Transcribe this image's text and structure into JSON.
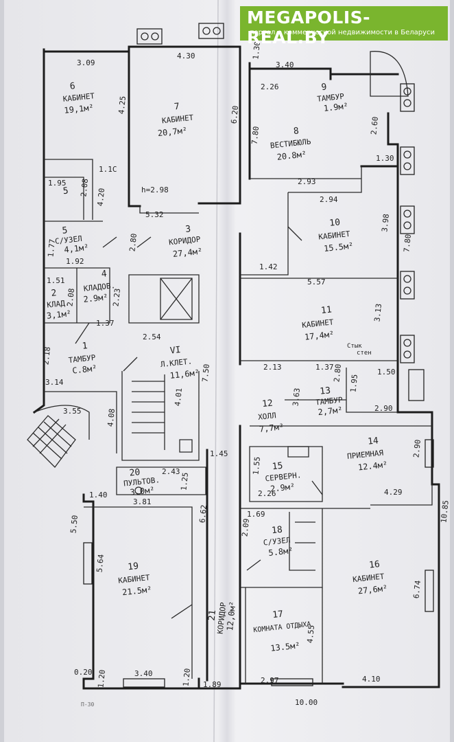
{
  "banner": {
    "brand": "MEGAPOLIS-REAL.BY",
    "tagline": "портал о коммерческой недвижимости в Беларуси",
    "color": "#7ab52e"
  },
  "rooms": [
    {
      "num": "6",
      "name": "КАБИНЕТ",
      "area": "19,1м²"
    },
    {
      "num": "7",
      "name": "КАБИНЕТ",
      "area": "20,7м²"
    },
    {
      "num": "8",
      "name": "ВЕСТИБЮЛЬ",
      "area": "20.8м²"
    },
    {
      "num": "9",
      "name": "ТАМБУР",
      "area": "1.9м²"
    },
    {
      "num": "5",
      "name": "",
      "area": ""
    },
    {
      "num": "5",
      "name": "С/УЗЕЛ",
      "area": "4,1м²"
    },
    {
      "num": "3",
      "name": "КОРИДОР",
      "area": "27,4м²"
    },
    {
      "num": "10",
      "name": "КАБИНЕТ",
      "area": "15.5м²"
    },
    {
      "num": "2",
      "name": "КЛАД.",
      "area": "3,1м²"
    },
    {
      "num": "4",
      "name": "КЛАДОВ.",
      "area": "2.9м²"
    },
    {
      "num": "11",
      "name": "КАБИНЕТ",
      "area": "17,4м²"
    },
    {
      "num": "1",
      "name": "ТАМБУР",
      "area": "С.8м²"
    },
    {
      "num": "VI",
      "name": "Л.КЛЕТ.",
      "area": "11,6м²"
    },
    {
      "num": "12",
      "name": "ХОЛЛ",
      "area": "7,7м²"
    },
    {
      "num": "13",
      "name": "ТАМБУР",
      "area": "2,7м²"
    },
    {
      "num": "14",
      "name": "ПРИЕМНАЯ",
      "area": "12.4м²"
    },
    {
      "num": "15",
      "name": "СЕРВЕРН.",
      "area": "2.9м²"
    },
    {
      "num": "20",
      "name": "ПУЛЬТОВ.",
      "area": "3.0м²"
    },
    {
      "num": "18",
      "name": "С/УЗЕЛ",
      "area": "5.8м²"
    },
    {
      "num": "19",
      "name": "КАБИНЕТ",
      "area": "21.5м²"
    },
    {
      "num": "21",
      "name": "КОРИДОР",
      "area": "12,0м²"
    },
    {
      "num": "16",
      "name": "КАБИНЕТ",
      "area": "27,6м²"
    },
    {
      "num": "17",
      "name": "КОМНАТА ОТДЫХА",
      "area": "13.5м²"
    }
  ],
  "dimensions": [
    "3.09",
    "4.30",
    "1.30",
    "3.40",
    "2.26",
    "4.25",
    "6.20",
    "2.60",
    "7.80",
    "1.30",
    "1.1С",
    "2.93",
    "1.95",
    "2.08",
    "4.20",
    "h=2.98",
    "2.94",
    "5.32",
    "3.98",
    "2.80",
    "1.77",
    "1.92",
    "7.80",
    "1.42",
    "5.57",
    "1.51",
    "2.08",
    "2.23",
    "1.37",
    "3.13",
    "2.54",
    "2.18",
    "2.13",
    "1.37",
    "2.80",
    "1.95",
    "1.50",
    "7.50",
    "3.14",
    "4.01",
    "3.63",
    "2.90",
    "3.55",
    "4.08",
    "1.45",
    "2.90",
    "1.55",
    "2.43",
    "1.25",
    "2.26",
    "4.29",
    "1.40",
    "3.81",
    "6.62",
    "1.69",
    "10.85",
    "5.50",
    "5.64",
    "2.09",
    "6.74",
    "4.55",
    "0.20",
    "1.20",
    "3.40",
    "1.20",
    "1.89",
    "2.97",
    "4.10",
    "10.00",
    "Стык",
    "стен"
  ],
  "corner_label": "П-30"
}
